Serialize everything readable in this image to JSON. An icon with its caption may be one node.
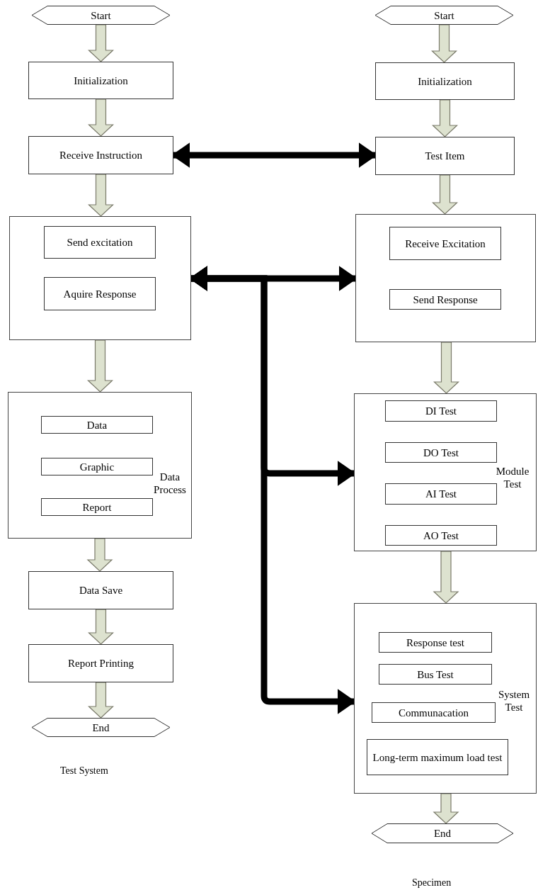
{
  "diagram": {
    "nodes": [
      {
        "text": [
          "Start"
        ]
      },
      {
        "text": [
          "Initialization"
        ]
      },
      {
        "text": [
          "Receive Instruction"
        ]
      },
      {
        "text": [],
        "shape": "box"
      },
      {
        "text": [
          "Send excitation"
        ],
        "in": 3
      },
      {
        "text": [
          "Aquire Response"
        ],
        "in": 3
      },
      {
        "text": [
          "Data Process"
        ]
      },
      {
        "text": [
          "Data"
        ],
        "in": 6
      },
      {
        "text": [
          "Graphic"
        ],
        "in": 6
      },
      {
        "text": [
          "Report"
        ],
        "in": 6
      },
      {
        "text": [
          "Data Save"
        ]
      },
      {
        "text": [
          "Report Printing"
        ]
      },
      {
        "text": [
          "End"
        ]
      },
      {
        "text": [
          "Start"
        ]
      },
      {
        "text": [
          "Initialization"
        ]
      },
      {
        "text": [
          "Test Item"
        ]
      },
      {
        "text": [],
        "shape": "box"
      },
      {
        "text": [
          "Receive Excitation"
        ],
        "in": 16
      },
      {
        "text": [
          "Send Response"
        ],
        "in": 16
      },
      {
        "text": [
          "Module Test"
        ]
      },
      {
        "text": [
          "DI Test"
        ],
        "in": 19
      },
      {
        "text": [
          "DO Test"
        ],
        "in": 19
      },
      {
        "text": [
          "AI Test"
        ],
        "in": 19
      },
      {
        "text": [
          "AO Test"
        ],
        "in": 19
      },
      {
        "text": [
          "System Test"
        ]
      },
      {
        "text": [
          "Response test"
        ],
        "in": 24
      },
      {
        "text": [
          "Bus Test"
        ],
        "in": 24
      },
      {
        "text": [
          "Communacation"
        ],
        "in": 24
      },
      {
        "text": [
          "Long-term maximum load test"
        ],
        "in": 24
      },
      {
        "text": [
          "End"
        ]
      }
    ],
    "edges": [
      {
        "from": 0,
        "to": 1,
        "arrow": "to"
      },
      {
        "from": 1,
        "to": 2,
        "arrow": "to"
      },
      {
        "from": 2,
        "to": 3,
        "arrow": "to"
      },
      {
        "from": 3,
        "to": 6,
        "arrow": "to"
      },
      {
        "from": 6,
        "to": 10,
        "arrow": "to"
      },
      {
        "from": 10,
        "to": 11,
        "arrow": "to"
      },
      {
        "from": 11,
        "to": 12,
        "arrow": "to"
      },
      {
        "from": 13,
        "to": 14,
        "arrow": "to"
      },
      {
        "from": 14,
        "to": 15,
        "arrow": "to"
      },
      {
        "from": 15,
        "to": 16,
        "arrow": "to"
      },
      {
        "from": 16,
        "to": 19,
        "arrow": "to"
      },
      {
        "from": 19,
        "to": 24,
        "arrow": "to"
      },
      {
        "from": 24,
        "to": 29,
        "arrow": "to"
      },
      {
        "from": 2,
        "to": 15,
        "arrow": "both",
        "color": "#000000"
      },
      {
        "from": 3,
        "to": 16,
        "arrow": "both",
        "color": "#000000"
      },
      {
        "from": 3,
        "to": 19,
        "arrow": "both",
        "color": "#000000"
      },
      {
        "from": 3,
        "to": 24,
        "arrow": "both",
        "color": "#000000"
      }
    ],
    "labels": [
      "Test System",
      "Specimen"
    ]
  }
}
